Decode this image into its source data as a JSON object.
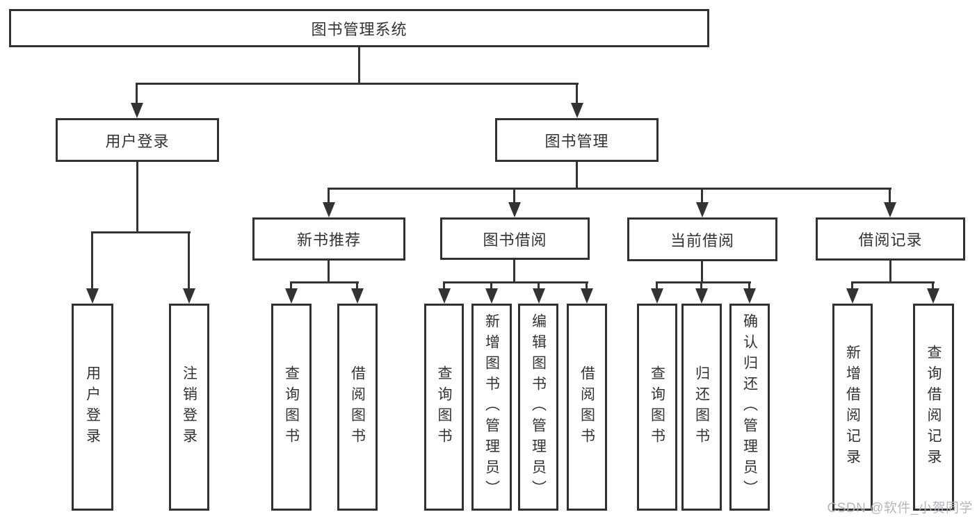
{
  "tree": {
    "root": {
      "label": "图书管理系统"
    },
    "login_branch": {
      "label": "用户登录",
      "children": [
        {
          "label": "用户登录"
        },
        {
          "label": "注销登录"
        }
      ]
    },
    "mgmt_branch": {
      "label": "图书管理",
      "groups": [
        {
          "label": "新书推荐",
          "children": [
            {
              "label": "查询图书"
            },
            {
              "label": "借阅图书"
            }
          ]
        },
        {
          "label": "图书借阅",
          "children": [
            {
              "label": "查询图书"
            },
            {
              "label": "新增图书（管理员）"
            },
            {
              "label": "编辑图书（管理员）"
            },
            {
              "label": "借阅图书"
            }
          ]
        },
        {
          "label": "当前借阅",
          "children": [
            {
              "label": "查询图书"
            },
            {
              "label": "归还图书"
            },
            {
              "label": "确认归还（管理员）"
            }
          ]
        },
        {
          "label": "借阅记录",
          "children": [
            {
              "label": "新增借阅记录"
            },
            {
              "label": "查询借阅记录"
            }
          ]
        }
      ]
    }
  },
  "colors": {
    "line": "#333333",
    "border": "#323232",
    "watermark": "#afb2b8"
  },
  "watermark": {
    "text": "CSDN @软件_小贺同学"
  }
}
